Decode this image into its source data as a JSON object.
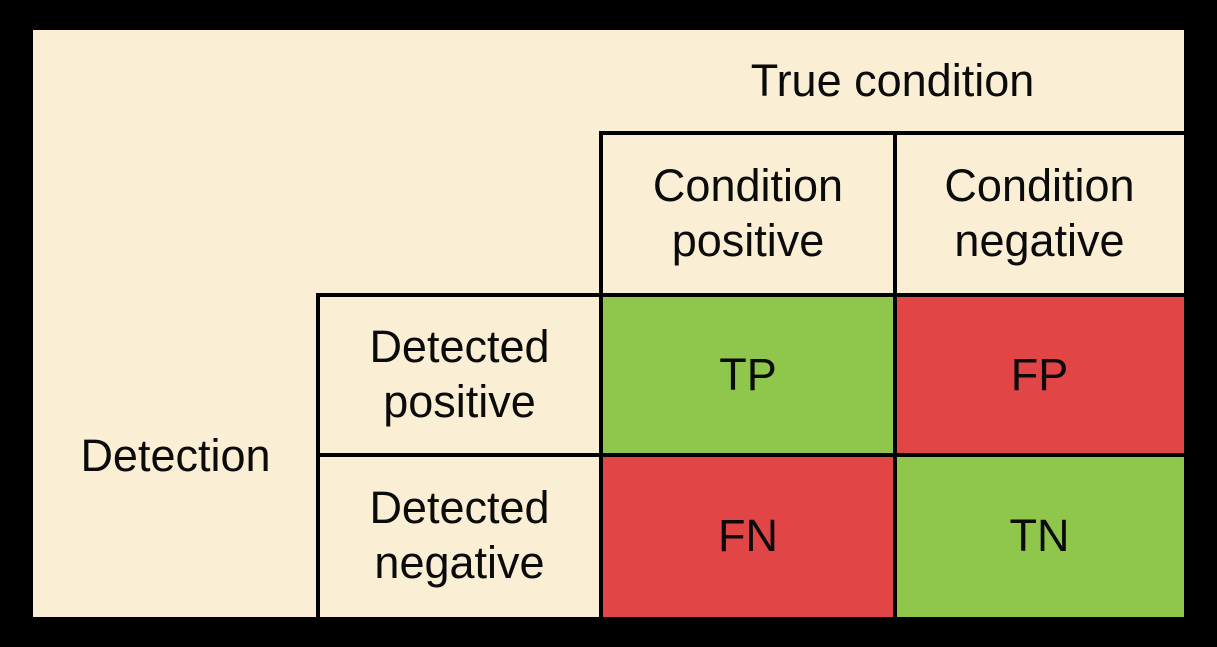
{
  "matrix": {
    "top_axis_label": "True condition",
    "left_axis_label": "Detection",
    "column_headers": {
      "positive": "Condition\npositive",
      "negative": "Condition\nnegative"
    },
    "row_headers": {
      "positive": "Detected\npositive",
      "negative": "Detected\nnegative"
    },
    "cells": {
      "tp": "TP",
      "fp": "FP",
      "fn": "FN",
      "tn": "TN"
    }
  },
  "colors": {
    "bg_cream": "#faeed4",
    "cell_green": "#8ec74b",
    "cell_red": "#e24545",
    "line_black": "#000000"
  }
}
